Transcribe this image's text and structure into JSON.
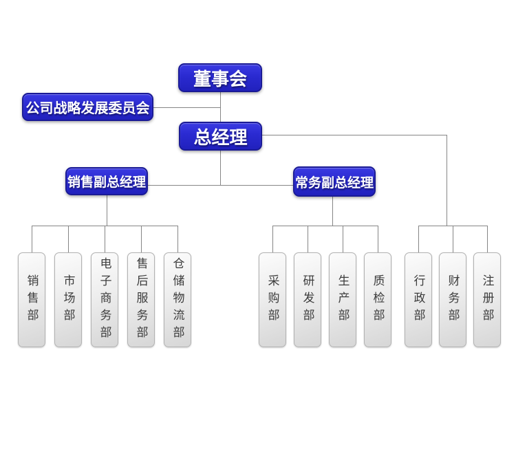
{
  "chart_title": "",
  "colors": {
    "node_fill": "#2a2ad0",
    "node_border": "#1a1a96",
    "node_text": "#ffffff",
    "dept_fill_light": "#fcfcfc",
    "dept_fill_dark": "#d6d6d6",
    "dept_border": "#b2b2b2",
    "dept_text": "#3c3c3c",
    "connector": "#858585",
    "background": "#ffffff"
  },
  "nodes": {
    "board": {
      "label": "董事会"
    },
    "committee": {
      "label": "公司战略发展委员会"
    },
    "general_manager": {
      "label": "总经理"
    },
    "sales_deputy_gm": {
      "label": "销售副总经理"
    },
    "executive_deputy_gm": {
      "label": "常务副总经理"
    }
  },
  "departments": {
    "sales_group": [
      "销售部",
      "市场部",
      "电子商务部",
      "售后服务部",
      "仓储物流部"
    ],
    "executive_group": [
      "采购部",
      "研发部",
      "生产部",
      "质检部"
    ],
    "gm_group": [
      "行政部",
      "财务部",
      "注册部"
    ]
  }
}
